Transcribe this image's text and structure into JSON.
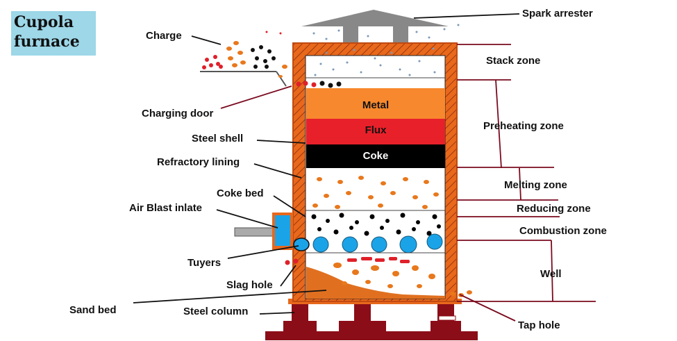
{
  "title": {
    "line1": "Cupola",
    "line2": "furnace"
  },
  "layers": {
    "metal": "Metal",
    "flux": "Flux",
    "coke": "Coke"
  },
  "labels": {
    "charge": "Charge",
    "charging_door": "Charging door",
    "steel_shell": "Steel shell",
    "refractory_lining": "Refractory lining",
    "coke_bed": "Coke bed",
    "air_blast_inlate": "Air Blast inlate",
    "tuyers": "Tuyers",
    "slag_hole": "Slag hole",
    "sand_bed": "Sand bed",
    "steel_column": "Steel column",
    "spark_arrester": "Spark arrester",
    "stack_zone": "Stack zone",
    "preheating_zone": "Preheating zone",
    "melting_zone": "Melting zone",
    "reducing_zone": "Reducing zone",
    "combustion_zone": "Combustion zone",
    "well": "Well",
    "tap_hole": "Tap hole"
  },
  "colors": {
    "shell": "#e8681c",
    "lining_hatch": "#8b2c0c",
    "metal": "#f7882d",
    "flux": "#e8202a",
    "coke": "#000000",
    "tuyere_blue": "#1ba3e8",
    "zone_line": "#7a0a1e",
    "support": "#8b0d18",
    "sand": "#e07020",
    "title_bg": "#9dd7e8"
  }
}
